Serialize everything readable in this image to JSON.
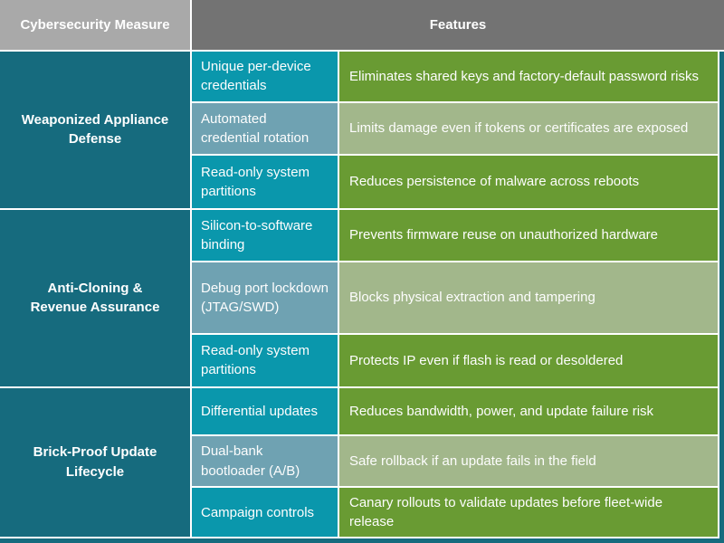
{
  "header": {
    "measure_label": "Cybersecurity Measure",
    "features_label": "Features"
  },
  "groups": [
    {
      "measure": "Weaponized Appliance Defense",
      "rows": [
        {
          "feature": "Unique per-device credentials",
          "description": "Eliminates shared keys and factory-default password risks"
        },
        {
          "feature": "Automated credential rotation",
          "description": "Limits damage even if tokens or certificates are exposed"
        },
        {
          "feature": "Read-only system partitions",
          "description": "Reduces persistence of malware across reboots"
        }
      ]
    },
    {
      "measure": "Anti-Cloning & Revenue Assurance",
      "rows": [
        {
          "feature": "Silicon-to-software binding",
          "description": "Prevents firmware reuse on unauthorized hardware"
        },
        {
          "feature": "Debug port lockdown (JTAG/SWD)",
          "description": "Blocks physical extraction and tampering"
        },
        {
          "feature": "Read-only system partitions",
          "description": "Protects IP even if flash is read or desoldered"
        }
      ]
    },
    {
      "measure": "Brick-Proof Update Lifecycle",
      "rows": [
        {
          "feature": "Differential updates",
          "description": "Reduces bandwidth, power, and update failure risk"
        },
        {
          "feature": "Dual-bank bootloader (A/B)",
          "description": "Safe rollback if an update fails in the field"
        },
        {
          "feature": "Campaign controls",
          "description": "Canary rollouts to validate updates before fleet-wide release"
        }
      ]
    }
  ],
  "palette": {
    "header-left": "#a9a9a9",
    "header-right": "#737373",
    "group-teal": "#166b7e",
    "border-teal": "#166b7e",
    "feature-teal": "#0a97ac",
    "feature-bluegray": "#6fa2b2",
    "desc-green": "#699b33",
    "desc-sage": "#a2b78b",
    "gap": "#ffffff"
  }
}
